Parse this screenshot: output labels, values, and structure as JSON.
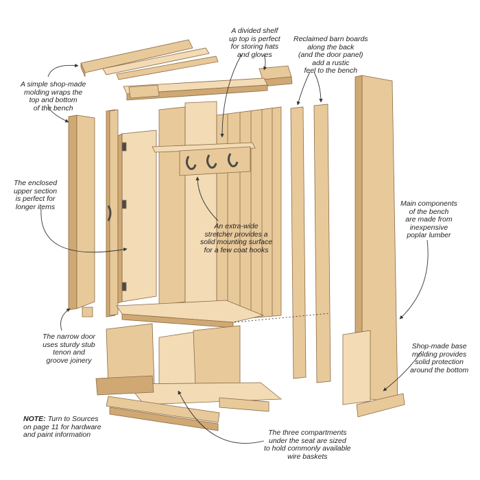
{
  "colors": {
    "wood": "#e8c99a",
    "wood_light": "#f2dbb5",
    "wood_dark": "#cfa874",
    "edge": "#8a6a44",
    "hook": "#4a4a4a",
    "leader": "#333333"
  },
  "callouts": {
    "molding": [
      "A simple shop-made",
      "molding wraps the",
      "top and bottom",
      "of the bench"
    ],
    "shelf": [
      "A divided shelf",
      "up top is perfect",
      "for storing hats",
      "and gloves"
    ],
    "barn_boards": [
      "Reclaimed barn boards",
      "along the back",
      "(and the door panel)",
      "add a rustic",
      "feel to the bench"
    ],
    "upper_section": [
      "The enclosed",
      "upper section",
      "is perfect for",
      "longer items"
    ],
    "stretcher": [
      "An extra-wide",
      "stretcher provides a",
      "solid mounting surface",
      "for a few coat hooks"
    ],
    "poplar": [
      "Main components",
      "of the bench",
      "are made from",
      "inexpensive",
      "poplar lumber"
    ],
    "door": [
      "The narrow door",
      "uses sturdy stub",
      "tenon and",
      "groove joinery"
    ],
    "base_molding": [
      "Shop-made base",
      "molding provides",
      "solid protection",
      "around the bottom"
    ],
    "compartments": [
      "The three compartments",
      "under the seat are sized",
      "to hold commonly available",
      "wire baskets"
    ]
  },
  "note": {
    "label": "NOTE:",
    "lines": [
      "Turn to Sources",
      "on page 11 for hardware",
      "and paint information"
    ]
  }
}
